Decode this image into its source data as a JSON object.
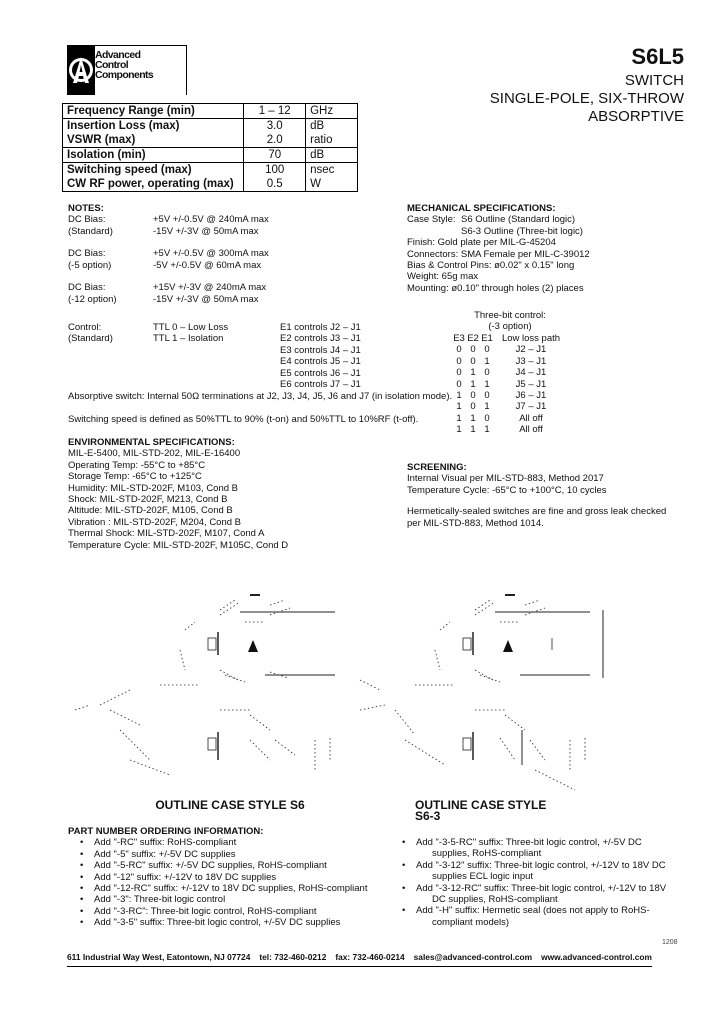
{
  "header": {
    "company_line1": "Advanced",
    "company_line2": "Control",
    "company_line3": "Components",
    "logo_letter": "A",
    "part_number": "S6L5",
    "subtitle_line1": "SWITCH",
    "subtitle_line2": "SINGLE-POLE, SIX-THROW",
    "subtitle_line3": "ABSORPTIVE"
  },
  "spec_table": [
    {
      "param": "Frequency Range (min)",
      "value": "1 – 12",
      "unit": "GHz"
    },
    {
      "param": "Insertion Loss (max)",
      "value": "3.0",
      "unit": "dB"
    },
    {
      "param": "VSWR (max)",
      "value": "2.0",
      "unit": "ratio"
    },
    {
      "param": "Isolation (min)",
      "value": "70",
      "unit": "dB"
    },
    {
      "param": "Switching speed (max)",
      "value": "100",
      "unit": "nsec"
    },
    {
      "param": "CW RF power, operating (max)",
      "value": "0.5",
      "unit": "W"
    }
  ],
  "notes": {
    "title": "NOTES:",
    "dc_bias": [
      {
        "label1": "DC Bias:",
        "label2": "(Standard)",
        "val1": "+5V +/-0.5V @ 240mA max",
        "val2": "-15V +/-3V @ 50mA max"
      },
      {
        "label1": "DC Bias:",
        "label2": "(-5 option)",
        "val1": "+5V +/-0.5V @ 300mA max",
        "val2": "-5V +/-0.5V @ 60mA max"
      },
      {
        "label1": "DC Bias:",
        "label2": "(-12 option)",
        "val1": "+15V +/-3V @ 240mA max",
        "val2": "-15V +/-3V @ 50mA max"
      }
    ],
    "control_label1": "Control:",
    "control_label2": "(Standard)",
    "ttl0": "TTL 0 – Low Loss",
    "ttl1": "TTL 1 – Isolation",
    "controls": [
      "E1 controls J2 – J1",
      "E2 controls J3 – J1",
      "E3 controls J4 – J1",
      "E4 controls J5 – J1",
      "E5 controls J6 – J1",
      "E6 controls J7 – J1"
    ],
    "absorptive": "Absorptive switch: Internal 50Ω terminations at J2, J3, J4, J5, J6 and J7 (in isolation mode).",
    "switching": "Switching speed is defined as 50%TTL to 90% (t-on) and 50%TTL to 10%RF (t-off)."
  },
  "mechanical": {
    "title": "MECHANICAL SPECIFICATIONS:",
    "case_style_label": "Case Style:",
    "case_style_1": "S6 Outline (Standard logic)",
    "case_style_2": "S6-3 Outline (Three-bit logic)",
    "finish": "Finish: Gold plate per MIL-G-45204",
    "connectors": "Connectors: SMA Female per MIL-C-39012",
    "pins": "Bias & Control Pins: ø0.02\" x 0.15\" long",
    "weight": "Weight: 65g max",
    "mounting": "Mounting: ø0.10\" through holes (2) places"
  },
  "three_bit": {
    "title1": "Three-bit control:",
    "title2": "(-3 option)",
    "headers": [
      "E3",
      "E2",
      "E1",
      "Low loss path"
    ],
    "rows": [
      [
        "0",
        "0",
        "0",
        "J2 – J1"
      ],
      [
        "0",
        "0",
        "1",
        "J3 – J1"
      ],
      [
        "0",
        "1",
        "0",
        "J4 – J1"
      ],
      [
        "0",
        "1",
        "1",
        "J5 – J1"
      ],
      [
        "1",
        "0",
        "0",
        "J6 – J1"
      ],
      [
        "1",
        "0",
        "1",
        "J7 – J1"
      ],
      [
        "1",
        "1",
        "0",
        "All off"
      ],
      [
        "1",
        "1",
        "1",
        "All off"
      ]
    ]
  },
  "environmental": {
    "title": "ENVIRONMENTAL SPECIFICATIONS:",
    "lines": [
      "MIL-E-5400, MIL-STD-202, MIL-E-16400",
      "Operating Temp: -55°C to +85°C",
      "Storage Temp: -65°C to +125°C",
      "Humidity: MIL-STD-202F, M103, Cond B",
      "Shock: MIL-STD-202F, M213, Cond B",
      "Altitude: MIL-STD-202F, M105, Cond B",
      "Vibration : MIL-STD-202F, M204, Cond B",
      "Thermal Shock: MIL-STD-202F, M107, Cond A",
      "Temperature Cycle: MIL-STD-202F, M105C, Cond D"
    ]
  },
  "screening": {
    "title": "SCREENING:",
    "lines": [
      "Internal Visual per MIL-STD-883, Method 2017",
      "Temperature Cycle: -65°C to +100°C, 10 cycles"
    ],
    "hermetic1": "Hermetically-sealed switches are fine and gross leak checked",
    "hermetic2": "per MIL-STD-883, Method 1014."
  },
  "outlines": {
    "left_title": "OUTLINE CASE STYLE S6",
    "right_title": "OUTLINE CASE STYLE S6-3"
  },
  "ordering": {
    "title": "PART NUMBER ORDERING INFORMATION:",
    "left": [
      "Add \"-RC\" suffix: RoHS-compliant",
      "Add \"-5\" suffix: +/-5V DC supplies",
      "Add \"-5-RC\" suffix: +/-5V DC supplies, RoHS-compliant",
      "Add \"-12\" suffix: +/-12V to 18V DC supplies",
      "Add \"-12-RC\" suffix: +/-12V to 18V DC supplies, RoHS-compliant",
      "Add \"-3\": Three-bit logic control",
      "Add \"-3-RC\": Three-bit logic control, RoHS-compliant",
      "Add \"-3-5\" suffix: Three-bit logic control, +/-5V DC supplies"
    ],
    "right": [
      {
        "l1": "Add \"-3-5-RC\" suffix: Three-bit logic control, +/-5V DC",
        "l2": "supplies, RoHS-compliant"
      },
      {
        "l1": "Add \"-3-12\" suffix: Three-bit logic control, +/-12V to 18V DC",
        "l2": "supplies ECL logic input"
      },
      {
        "l1": "Add \"-3-12-RC\" suffix: Three-bit logic control, +/-12V to 18V",
        "l2": "DC supplies, RoHS-compliant"
      },
      {
        "l1": "Add \"-H\" suffix: Hermetic seal (does not apply to RoHS-",
        "l2": "compliant models)"
      }
    ]
  },
  "doc_code": "1208",
  "footer": {
    "address": "611 Industrial Way West, Eatontown, NJ  07724",
    "tel": "tel: 732-460-0212",
    "fax": "fax: 732-460-0214",
    "email": "sales@advanced-control.com",
    "web": "www.advanced-control.com"
  }
}
